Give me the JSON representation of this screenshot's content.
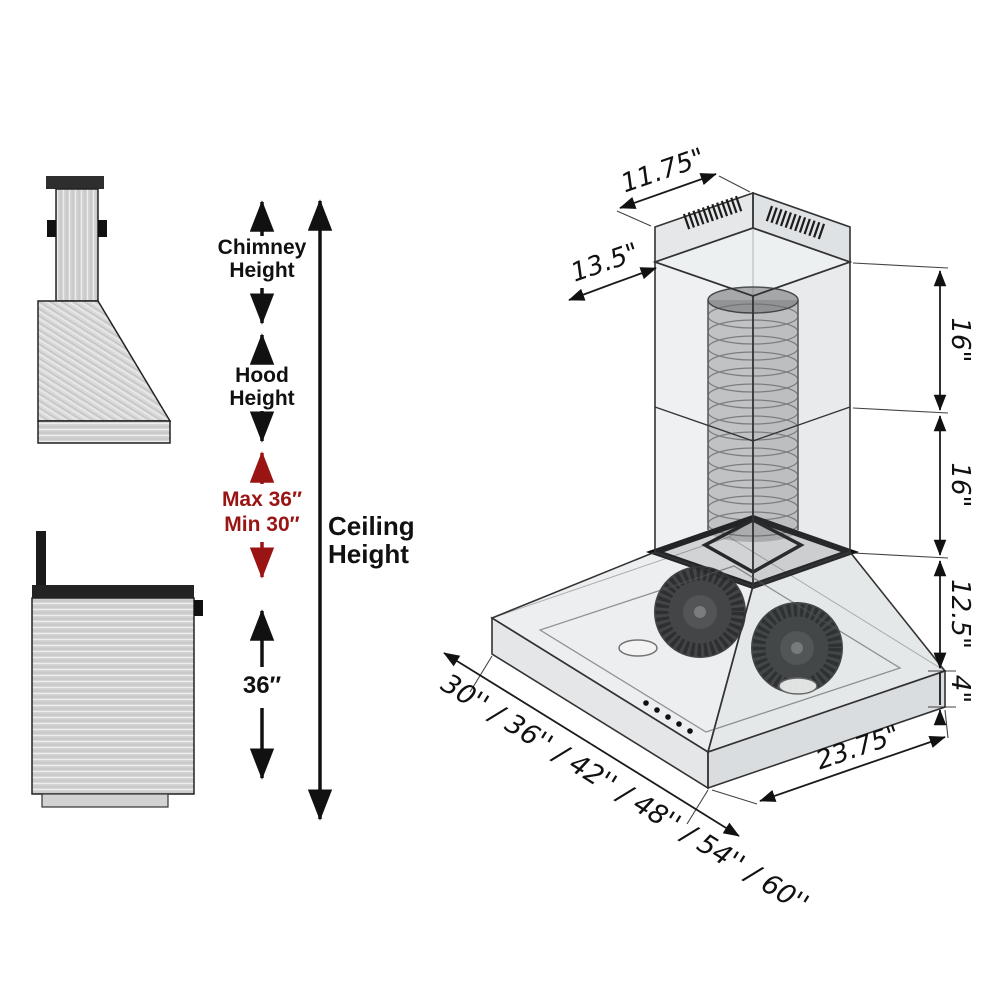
{
  "colors": {
    "annotation_red": "#9a1414",
    "line_black": "#1a1a1a",
    "steel_light": "#d6d6d6"
  },
  "left_diagram": {
    "labels": {
      "chimney_height": "Chimney Height",
      "hood_height": "Hood Height",
      "max_height": "Max 36″",
      "min_height": "Min 30″",
      "range_clearance": "36″",
      "ceiling_height": "Ceiling Height"
    }
  },
  "hood_3d": {
    "dimensions": {
      "chimney_top_width": "11.75\"",
      "chimney_top_depth": "13.5\"",
      "chimney_upper_section": "16\"",
      "chimney_lower_section": "16\"",
      "hood_body_height": "12.5\"",
      "base_height": "4\"",
      "hood_depth": "23.75\"",
      "width_options_text": "30'' / 36'' / 42'' / 48'' / 54'' / 60''",
      "width_options": [
        "30''",
        "36''",
        "42''",
        "48''",
        "54''",
        "60''"
      ]
    }
  }
}
